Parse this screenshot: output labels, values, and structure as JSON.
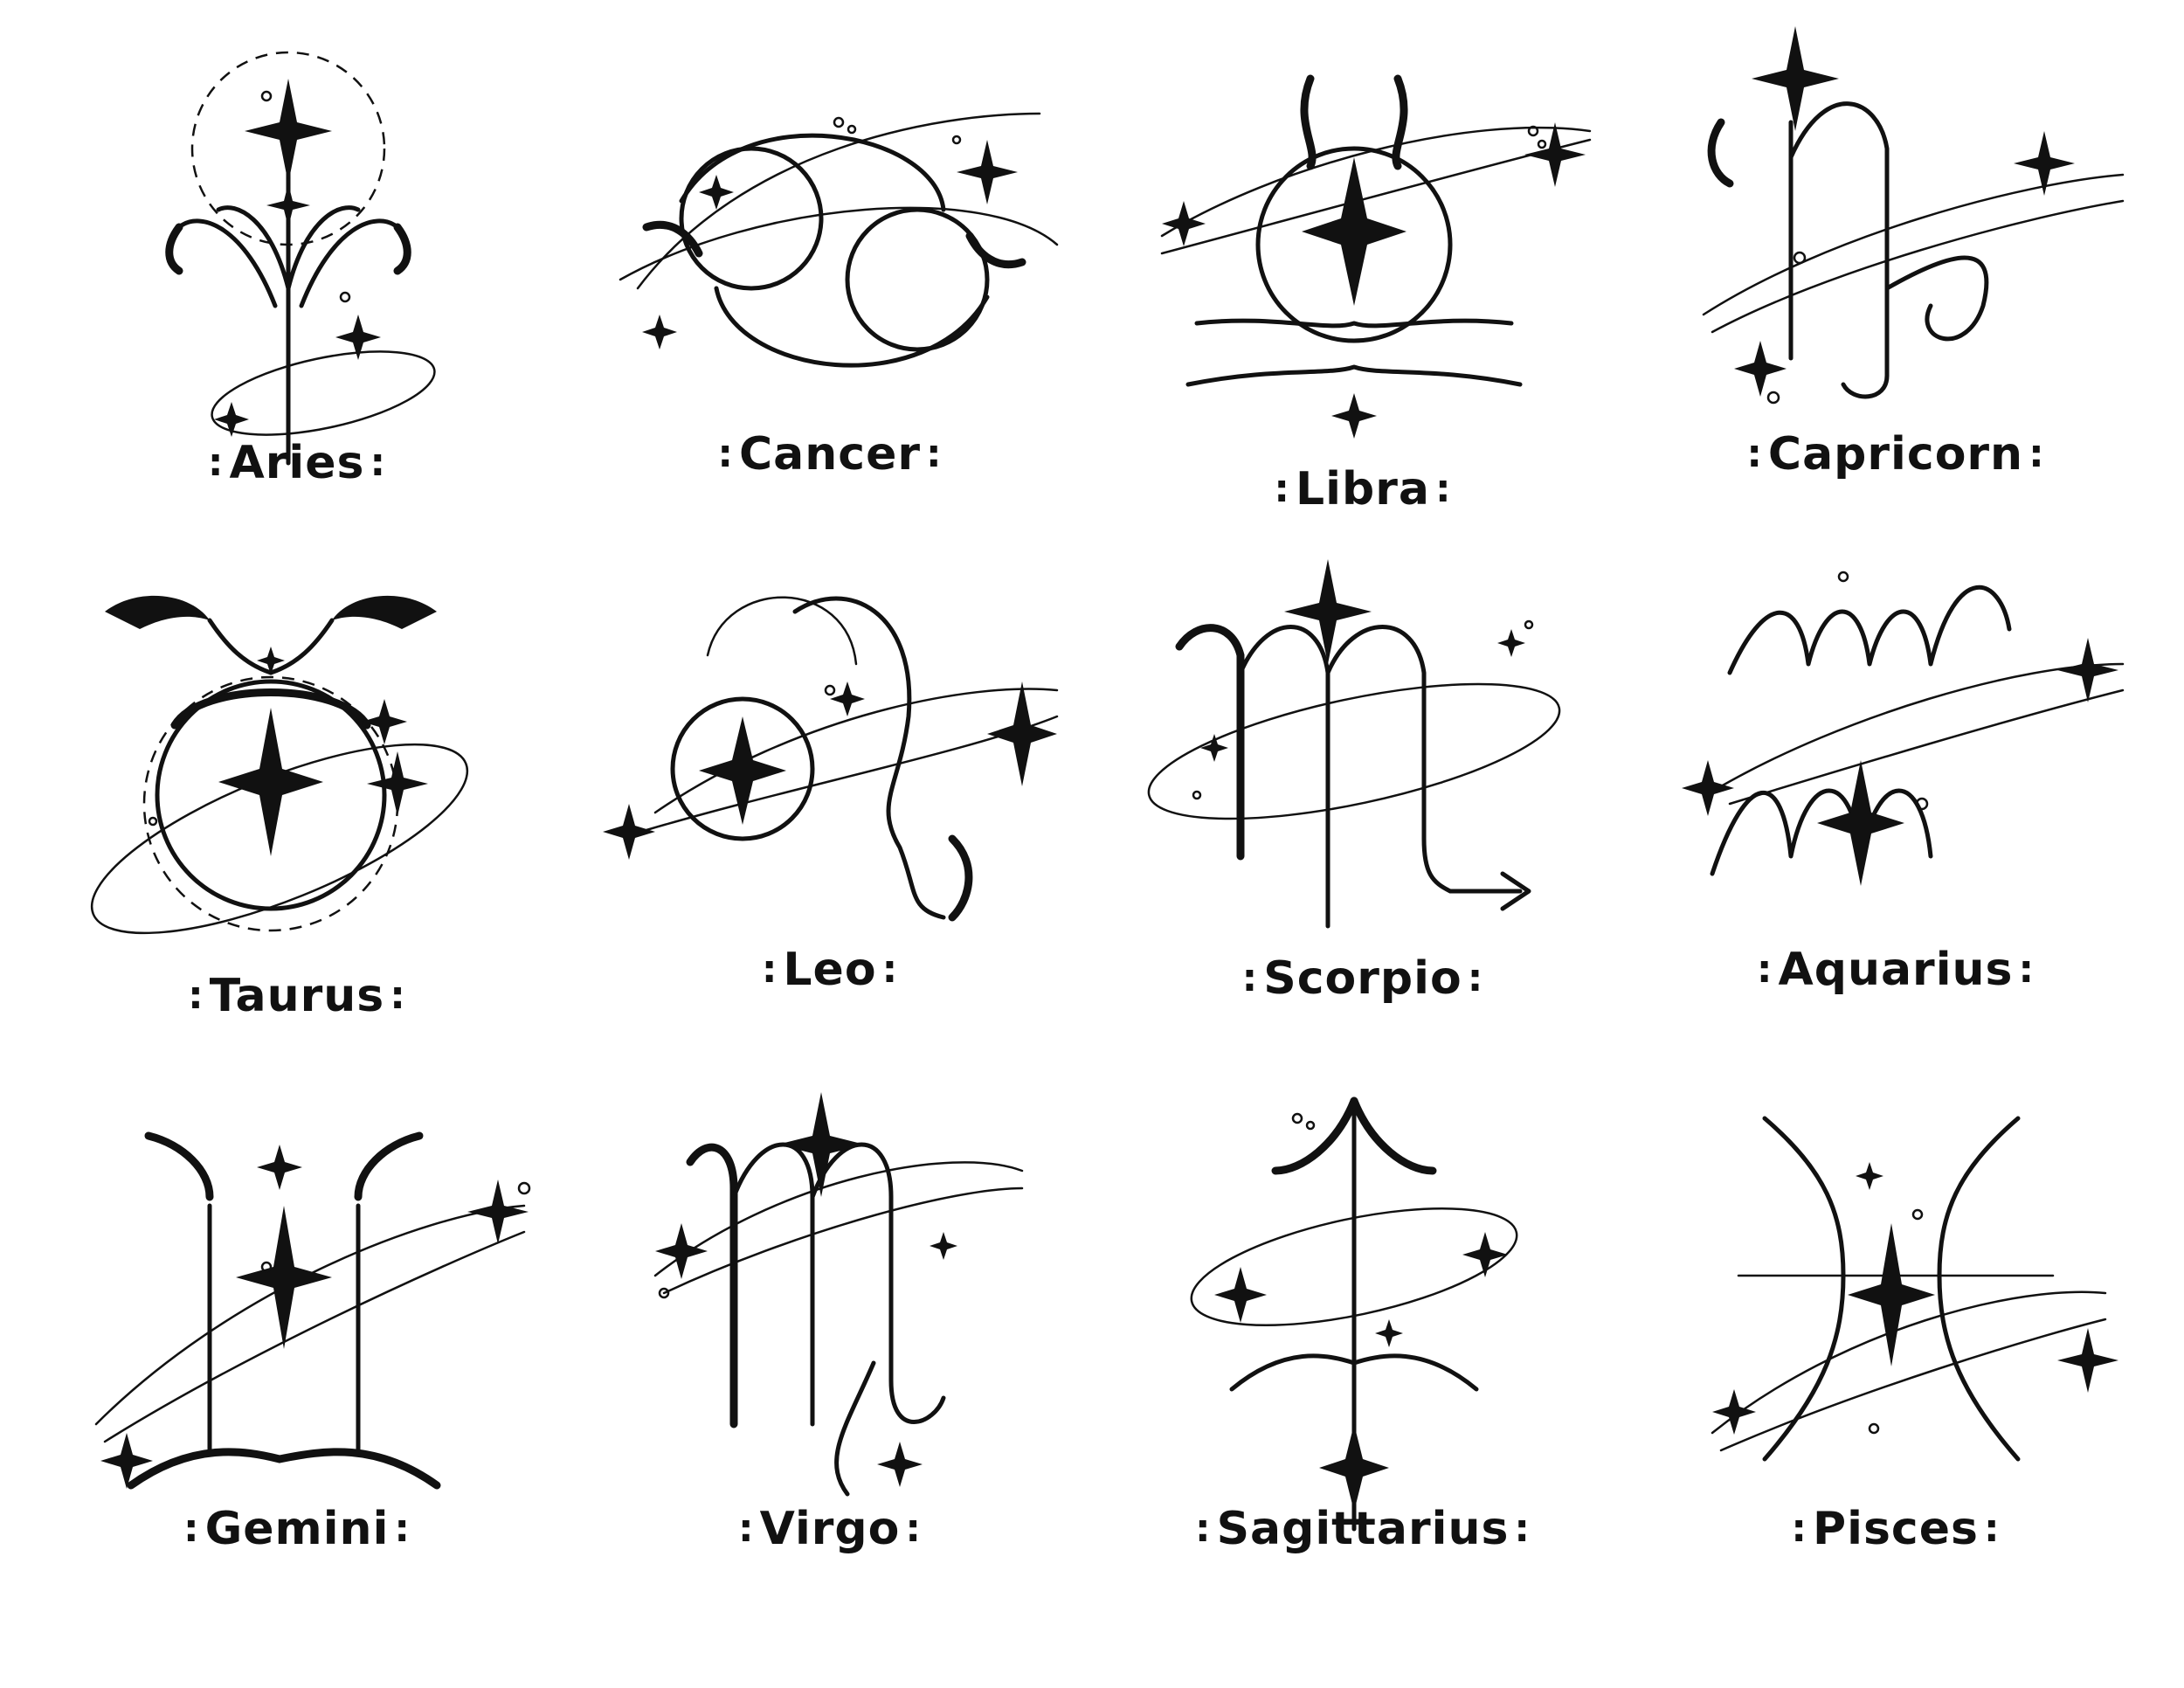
{
  "signs": [
    {
      "key": "aries",
      "label": "Aries"
    },
    {
      "key": "cancer",
      "label": "Cancer"
    },
    {
      "key": "libra",
      "label": "Libra"
    },
    {
      "key": "capricorn",
      "label": "Capricorn"
    },
    {
      "key": "taurus",
      "label": "Taurus"
    },
    {
      "key": "leo",
      "label": "Leo"
    },
    {
      "key": "scorpio",
      "label": "Scorpio"
    },
    {
      "key": "aquarius",
      "label": "Aquarius"
    },
    {
      "key": "gemini",
      "label": "Gemini"
    },
    {
      "key": "virgo",
      "label": "Virgo"
    },
    {
      "key": "sagittarius",
      "label": "Sagittarius"
    },
    {
      "key": "pisces",
      "label": "Pisces"
    }
  ],
  "label_decoration": ":",
  "colors": {
    "ink": "#111111",
    "background": "#ffffff"
  }
}
